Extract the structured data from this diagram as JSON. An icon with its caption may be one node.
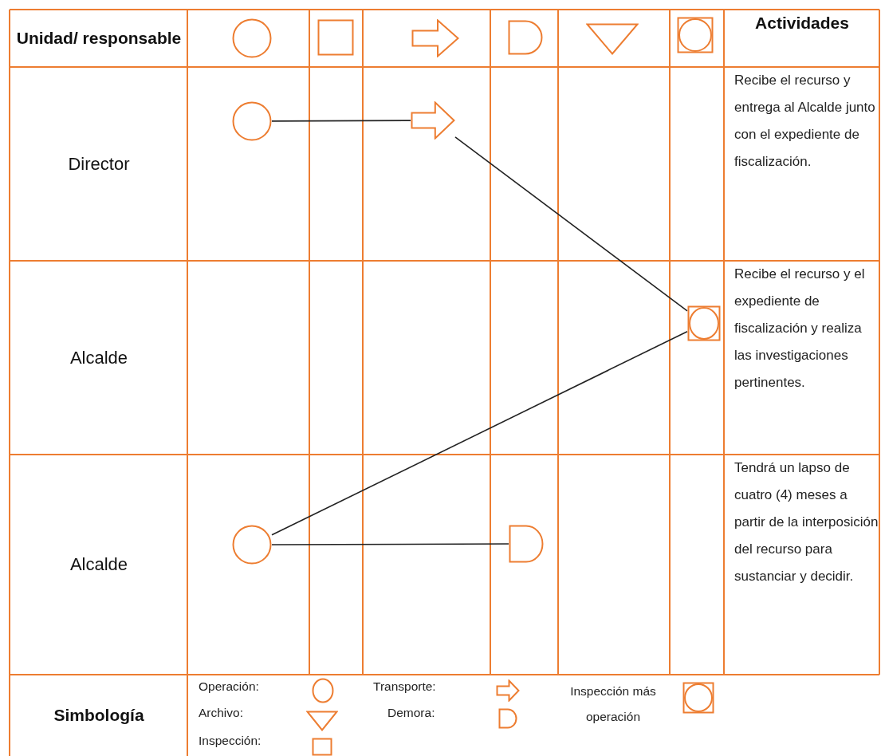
{
  "diagram": {
    "nodes": [
      {
        "text": [],
        "shape": "circle"
      },
      {
        "text": [],
        "shape": "arrow"
      },
      {
        "text": [],
        "shape": "boxed-circle"
      },
      {
        "text": [],
        "shape": "circle"
      },
      {
        "text": [],
        "shape": "d-shape"
      }
    ],
    "edges": [
      {
        "from": 0,
        "to": 1,
        "arrow": "none"
      },
      {
        "from": 1,
        "to": 2,
        "arrow": "none"
      },
      {
        "from": 2,
        "to": 3,
        "arrow": "none"
      },
      {
        "from": 3,
        "to": 4,
        "arrow": "none"
      }
    ],
    "labels": [
      "Unidad/ responsable",
      "Actividades",
      "Director",
      "Recibe el recurso y entrega al Alcalde junto con el expediente de fiscalización.",
      "Alcalde",
      "Recibe el recurso y el expediente de fiscalización y realiza las investigaciones pertinentes.",
      "Alcalde",
      "Tendrá un lapso de cuatro (4) meses a partir de la interposición del recurso para sustanciar y decidir.",
      "Simbología"
    ],
    "legend": [
      {
        "text": "Operación:"
      },
      {
        "text": "Archivo:"
      },
      {
        "text": "Inspección:"
      },
      {
        "text": "Transporte:"
      },
      {
        "text": "Demora:"
      },
      {
        "text": "Inspección más operación"
      }
    ]
  }
}
